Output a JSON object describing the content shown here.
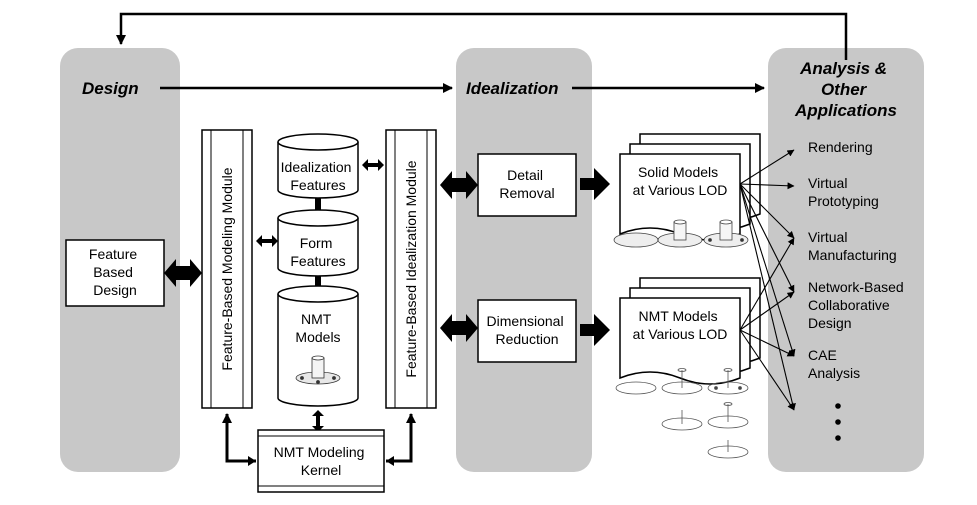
{
  "columns": {
    "design": "Design",
    "idealization": "Idealization",
    "analysis": [
      "Analysis &",
      "Other",
      "Applications"
    ]
  },
  "boxes": {
    "feature_based_design": [
      "Feature",
      "Based",
      "Design"
    ],
    "feature_modeling_module": "Feature-Based Modeling Module",
    "idealization_module": "Feature-Based Idealization Module",
    "nmt_kernel": [
      "NMT Modeling",
      "Kernel"
    ],
    "detail_removal": [
      "Detail",
      "Removal"
    ],
    "dimensional_reduction": [
      "Dimensional",
      "Reduction"
    ]
  },
  "cylinders": {
    "idealization_features": [
      "Idealization",
      "Features"
    ],
    "form_features": [
      "Form",
      "Features"
    ],
    "nmt_models": [
      "NMT",
      "Models"
    ]
  },
  "documents": {
    "solid_models": [
      "Solid Models",
      "at Various LOD"
    ],
    "nmt_models_lod": [
      "NMT Models",
      "at Various LOD"
    ]
  },
  "applications": [
    [
      "Rendering"
    ],
    [
      "Virtual",
      "Prototyping"
    ],
    [
      "Virtual",
      "Manufacturing"
    ],
    [
      "Network-Based",
      "Collaborative",
      "Design"
    ],
    [
      "CAE",
      "Analysis"
    ]
  ]
}
